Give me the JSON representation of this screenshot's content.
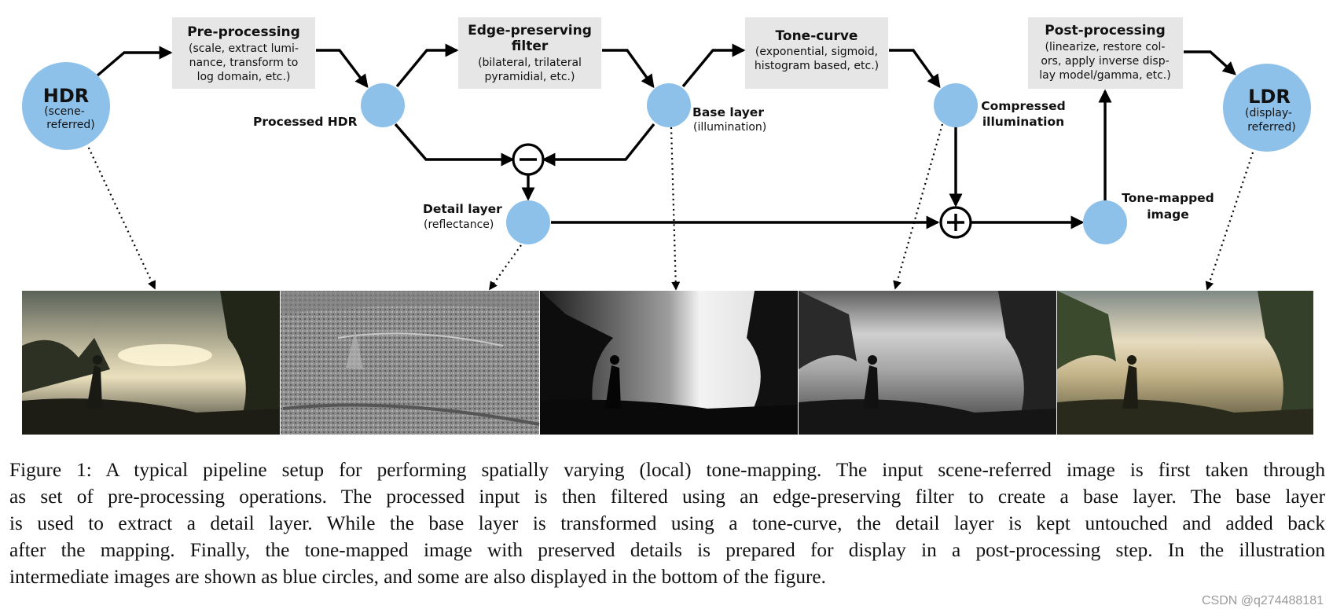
{
  "boxes": {
    "preprocessing": {
      "title": "Pre-processing",
      "lines": [
        "(scale, extract lumi-",
        "nance, transform to",
        "log domain, etc.)"
      ]
    },
    "edge_filter": {
      "title_lines": [
        "Edge-preserving",
        "filter"
      ],
      "lines": [
        "(bilateral, trilateral",
        "pyramidial, etc.)"
      ]
    },
    "tone_curve": {
      "title": "Tone-curve",
      "lines": [
        "(exponential, sigmoid,",
        "histogram based, etc.)"
      ]
    },
    "postprocessing": {
      "title": "Post-processing",
      "lines": [
        "(linearize, restore col-",
        "ors, apply inverse disp-",
        "lay model/gamma, etc.)"
      ]
    }
  },
  "nodes": {
    "hdr": {
      "title": "HDR",
      "lines": [
        "(scene-",
        "referred)"
      ]
    },
    "ldr": {
      "title": "LDR",
      "lines": [
        "(display-",
        "referred)"
      ]
    },
    "processed_hdr": {
      "label": "Processed HDR"
    },
    "base_layer": {
      "label": "Base layer",
      "sub": "(illumination)"
    },
    "compressed_illumination": {
      "label_lines": [
        "Compressed",
        "illumination"
      ]
    },
    "detail_layer": {
      "label": "Detail layer",
      "sub": "(reflectance)"
    },
    "tone_mapped_image": {
      "label_lines": [
        "Tone-mapped",
        "image"
      ]
    }
  },
  "operators": {
    "subtract": "minus-operator",
    "add": "plus-operator"
  },
  "caption": {
    "lines": [
      "Figure 1:  A typical pipeline setup for performing spatially varying (local) tone-mapping. The input scene-referred image is first taken through",
      "as set of pre-processing operations. The processed input is then filtered using an edge-preserving filter to create a base layer. The base layer",
      "is used to extract a detail layer. While the base layer is transformed using a tone-curve, the detail layer is kept untouched and added back",
      "after the mapping. Finally, the tone-mapped image with preserved details is prepared for display in a post-processing step. In the illustration",
      "intermediate images are shown as blue circles, and some are also displayed in the bottom of the figure."
    ]
  },
  "watermark": "CSDN @q274488181",
  "colors": {
    "node_fill": "#8dc1ea",
    "box_fill": "#e6e6e6"
  }
}
